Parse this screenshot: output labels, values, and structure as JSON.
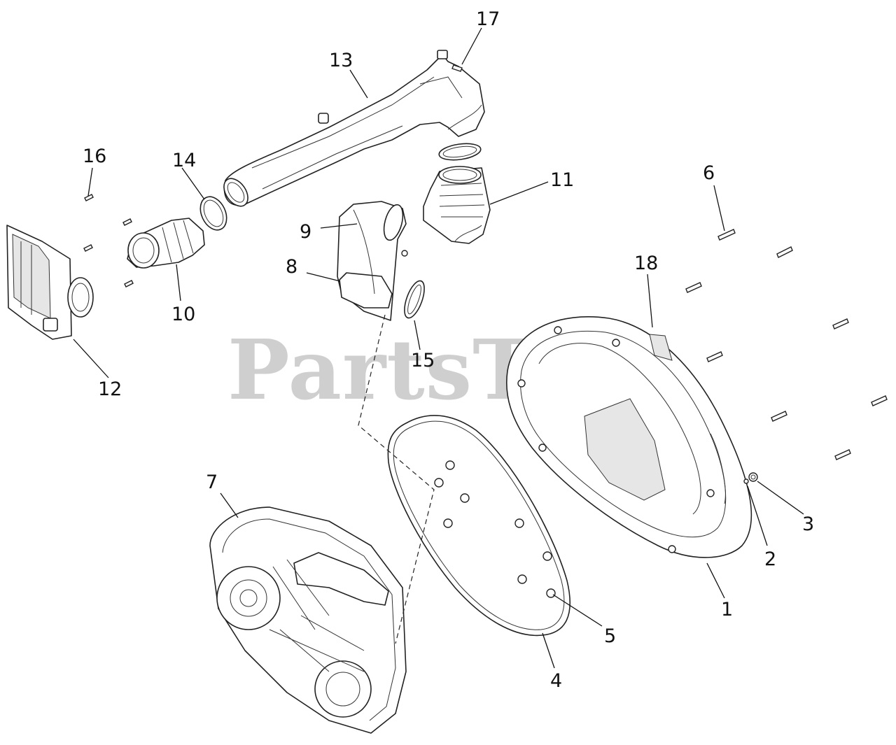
{
  "watermark": "PartsTree",
  "labels": {
    "p1": "1",
    "p2": "2",
    "p3": "3",
    "p4": "4",
    "p5": "5",
    "p6": "6",
    "p7": "7",
    "p8": "8",
    "p9": "9",
    "p10": "10",
    "p11": "11",
    "p12": "12",
    "p13": "13",
    "p14": "14",
    "p15": "15",
    "p16": "16",
    "p17": "17",
    "p18": "18"
  }
}
